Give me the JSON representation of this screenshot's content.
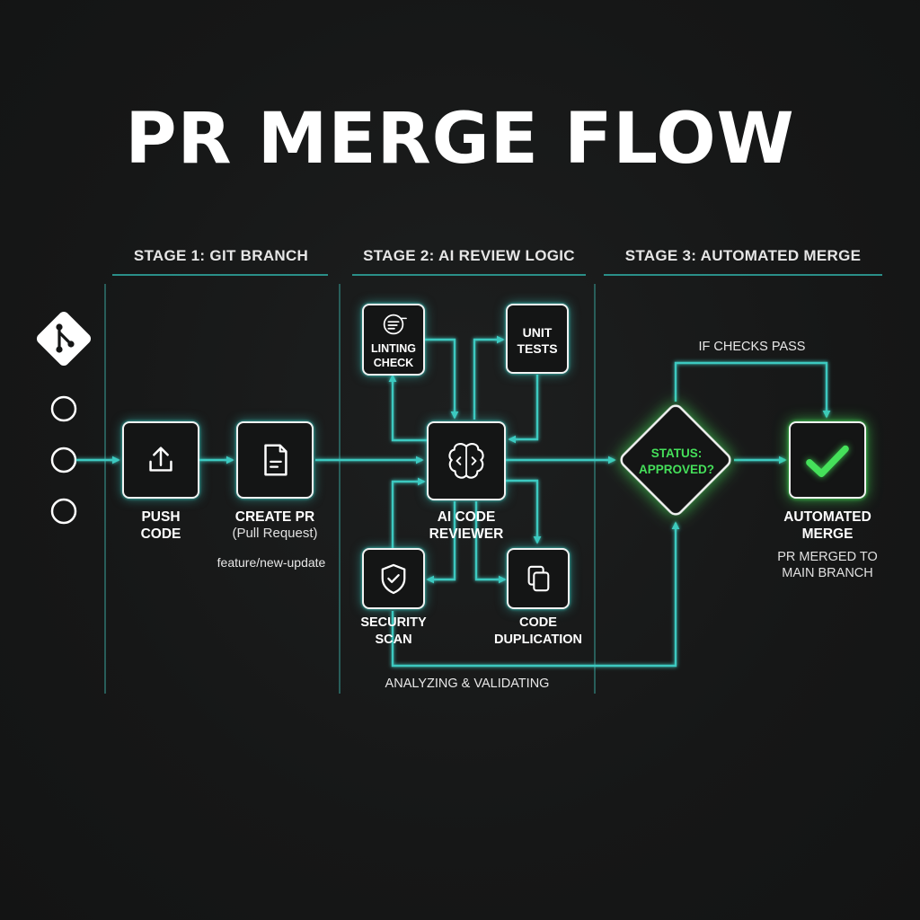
{
  "title": "PR MERGE FLOW",
  "stages": [
    {
      "label": "STAGE 1: GIT BRANCH"
    },
    {
      "label": "STAGE 2: AI REVIEW LOGIC"
    },
    {
      "label": "STAGE 3: AUTOMATED MERGE"
    }
  ],
  "nodes": {
    "push_code": {
      "label": "PUSH\nCODE"
    },
    "create_pr": {
      "label": "CREATE PR",
      "sublabel": "(Pull Request)"
    },
    "linting": {
      "label": "LINTING\nCHECK"
    },
    "unit_tests": {
      "label": "UNIT\nTESTS"
    },
    "ai_reviewer": {
      "label": "AI CODE\nREVIEWER"
    },
    "security": {
      "label": "SECURITY\nSCAN"
    },
    "duplication": {
      "label": "CODE\nDUPLICATION"
    },
    "decision": {
      "label": "STATUS:\nAPPROVED?"
    },
    "merge": {
      "label": "AUTOMATED\nMERGE",
      "sublabel": "PR MERGED TO\nMAIN BRANCH"
    }
  },
  "notes": {
    "branch": "feature/new-update",
    "analyzing": "ANALYZING & VALIDATING",
    "checks_pass": "IF CHECKS PASS"
  },
  "colors": {
    "accent": "#3cc9c0",
    "success": "#45e05a",
    "node_border": "#f2f2f2",
    "background": "#161717"
  },
  "icons": {
    "git": "git-logo-icon",
    "push": "upload-icon",
    "pr": "document-icon",
    "lint": "lint-lines-icon",
    "ai": "brain-icon",
    "security": "shield-check-icon",
    "duplication": "copy-icon",
    "merge": "checkmark-icon"
  }
}
